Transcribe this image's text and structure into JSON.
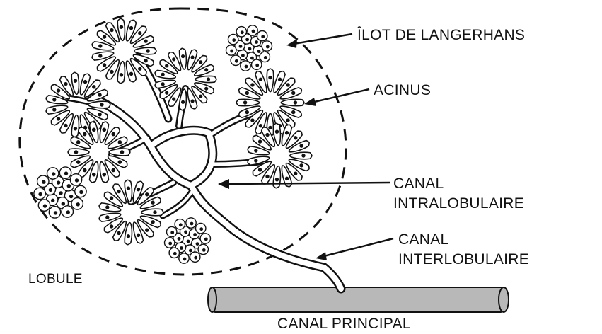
{
  "figure": {
    "labels": {
      "ilot": "ÎLOT DE LANGERHANS",
      "acinus": "ACINUS",
      "intralobulaire_line1": "CANAL",
      "intralobulaire_line2": "INTRALOBULAIRE",
      "interlobulaire_line1": "CANAL",
      "interlobulaire_line2": "INTERLOBULAIRE",
      "principal": "CANAL PRINCIPAL",
      "lobule": "LOBULE"
    },
    "colors": {
      "ink": "#111111",
      "duct_fill": "#ffffff",
      "main_duct_fill": "#b8b8b8",
      "lobule_box_border": "#9a9a9a"
    }
  }
}
